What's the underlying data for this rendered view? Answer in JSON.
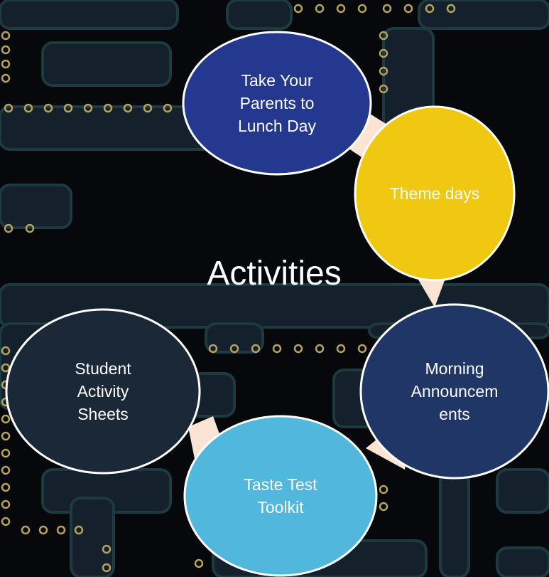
{
  "title": "Activities",
  "nodes": [
    {
      "id": "take-your-parents",
      "lines": [
        "Take Your",
        "Parents to",
        "Lunch Day"
      ],
      "fill": "#24388f",
      "text_color": "#ffffff"
    },
    {
      "id": "theme-days",
      "lines": [
        "Theme days"
      ],
      "fill": "#f1c811",
      "text_color": "#ffffff"
    },
    {
      "id": "morning-announcements",
      "lines": [
        "Morning",
        "Announcem",
        "ents"
      ],
      "fill": "#203666",
      "text_color": "#ffffff"
    },
    {
      "id": "taste-test-toolkit",
      "lines": [
        "Taste Test",
        "Toolkit"
      ],
      "fill": "#52b7dc",
      "text_color": "#ffffff"
    },
    {
      "id": "student-activity-sheets",
      "lines": [
        "Student",
        "Activity",
        "Sheets"
      ],
      "fill": "#1b2837",
      "text_color": "#ffffff"
    }
  ],
  "colors": {
    "background": "#06080b",
    "trace": "#14212d",
    "trace_edge": "#1c3a3f",
    "pad": "#b6a35c",
    "connector": "#fbe4d4",
    "node_border": "#ffffff"
  }
}
